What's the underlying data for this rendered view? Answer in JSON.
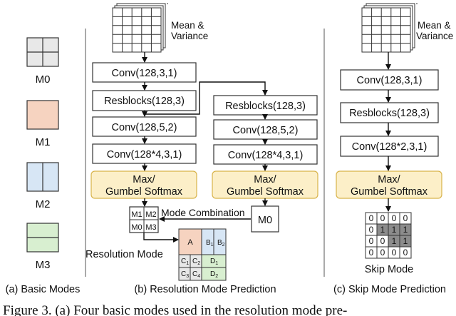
{
  "colors": {
    "m1_fill": "#f6d3c0",
    "m2_fill": "#d7e6f5",
    "m3_fill": "#d8efd0",
    "m0_fill": "#e8e8e8",
    "softmax_fill": "#fcefc8",
    "softmax_stroke": "#d8b34a",
    "grid_gray": "#cfcfcf",
    "grid_dark": "#8c8c8c"
  },
  "basic_modes": {
    "labels": [
      "M0",
      "M1",
      "M2",
      "M3"
    ],
    "caption": "(a) Basic Modes"
  },
  "resolution": {
    "mean_var_label_1": "Mean &",
    "mean_var_label_2": "Variance",
    "left_column": [
      "Conv(128,3,1)",
      "Resblocks(128,3)",
      "Conv(128,5,2)",
      "Conv(128*4,3,1)"
    ],
    "softmax_1": "Max/",
    "softmax_2": "Gumbel Softmax",
    "right_column": [
      "Resblocks(128,3)",
      "Conv(128,5,2)",
      "Conv(128*4,3,1)"
    ],
    "combo_cells": [
      "M1",
      "M2",
      "M0",
      "M3"
    ],
    "mode_combination": "Mode Combination",
    "m0_box": "M0",
    "resolution_mode_label": "Resolution Mode",
    "res_cells": {
      "a": "A",
      "b1": "B",
      "b1_sub": "1",
      "b2": "B",
      "b2_sub": "2",
      "c1": "C",
      "c1_sub": "1",
      "c2": "C",
      "c2_sub": "2",
      "c3": "C",
      "c3_sub": "3",
      "c4": "C",
      "c4_sub": "4",
      "d1": "D",
      "d1_sub": "1",
      "d2": "D",
      "d2_sub": "2"
    },
    "caption": "(b) Resolution Mode Prediction"
  },
  "skip": {
    "mean_var_label_1": "Mean &",
    "mean_var_label_2": "Variance",
    "column": [
      "Conv(128,3,1)",
      "Resblocks(128,3)",
      "Conv(128*2,3,1)"
    ],
    "softmax_1": "Max/",
    "softmax_2": "Gumbel Softmax",
    "skip_grid": [
      [
        "0",
        "0",
        "0",
        "0"
      ],
      [
        "0",
        "1",
        "1",
        "1"
      ],
      [
        "0",
        "0",
        "1",
        "1"
      ],
      [
        "0",
        "0",
        "0",
        "0"
      ]
    ],
    "skip_mode_label": "Skip Mode",
    "caption": "(c) Skip Mode Prediction"
  },
  "figure_caption": "Figure 3. (a) Four basic modes used in the resolution mode pre-"
}
